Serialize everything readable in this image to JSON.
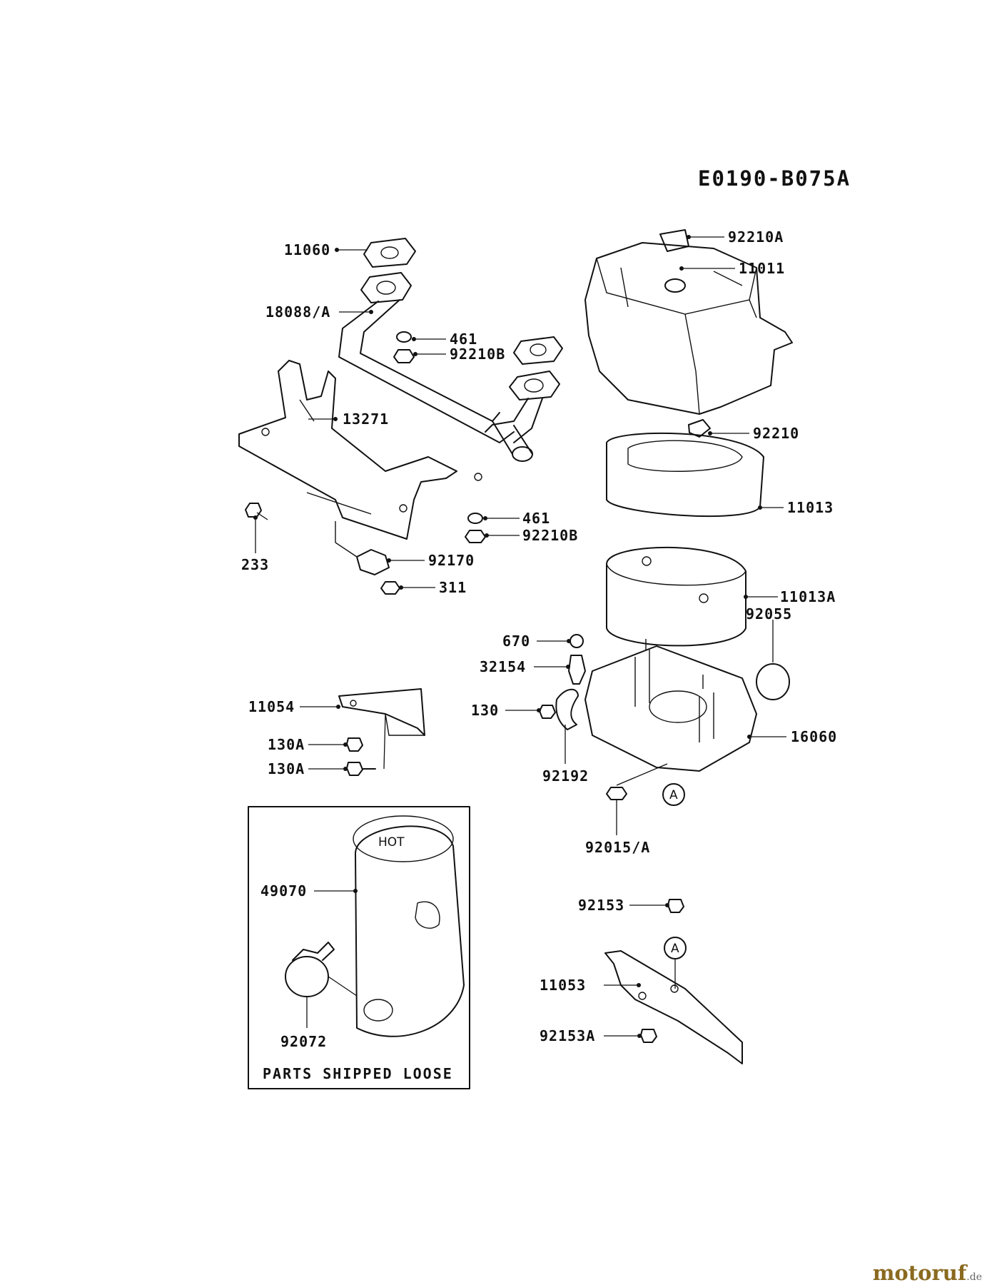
{
  "diagram_code": "E0190-B075A",
  "note_box_label": "PARTS SHIPPED LOOSE",
  "callout_letter": "A",
  "part_labels": {
    "p11060": "11060",
    "p18088": "18088/A",
    "p461a": "461",
    "p92210b_a": "92210B",
    "p13271": "13271",
    "p233": "233",
    "p461b": "461",
    "p92210b_b": "92210B",
    "p92170": "92170",
    "p311": "311",
    "p92210a": "92210A",
    "p11011": "11011",
    "p92210": "92210",
    "p11013": "11013",
    "p11013a": "11013A",
    "p92055": "92055",
    "p670": "670",
    "p32154": "32154",
    "p130": "130",
    "p16060": "16060",
    "p92192": "92192",
    "p92015": "92015/A",
    "p11054": "11054",
    "p130a_a": "130A",
    "p130a_b": "130A",
    "p49070": "49070",
    "p92072": "92072",
    "p92153": "92153",
    "p11053": "11053",
    "p92153a": "92153A"
  },
  "muffler_text": "HOT",
  "watermark": {
    "brand": "motoruf",
    "suffix": ".de"
  }
}
